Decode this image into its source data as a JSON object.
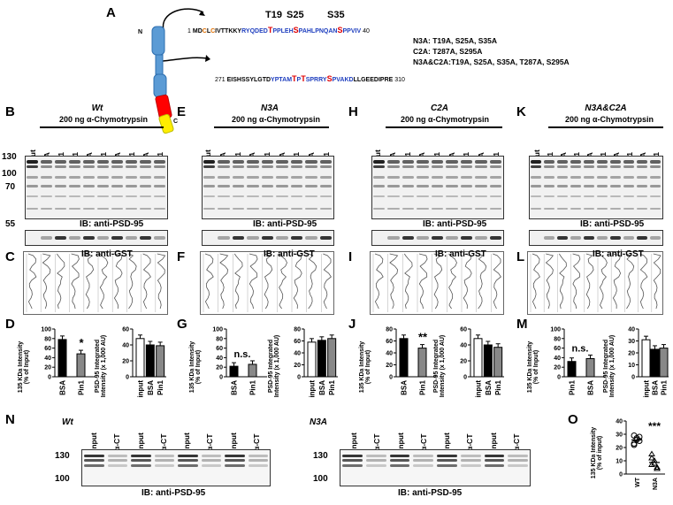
{
  "panel_labels": {
    "A": "A",
    "B": "B",
    "C": "C",
    "D": "D",
    "E": "E",
    "F": "F",
    "G": "G",
    "H": "H",
    "I": "I",
    "J": "J",
    "K": "K",
    "L": "L",
    "M": "M",
    "N": "N",
    "O": "O"
  },
  "protein": {
    "n_term": "N",
    "c_term": "C"
  },
  "residues": {
    "t19": "T19",
    "s25": "S25",
    "s35": "S35"
  },
  "sequences": {
    "n_start": "1",
    "n_a": "MD",
    "n_b": "C",
    "n_c": "L",
    "n_d": "C",
    "n_e": "IVTTKKY",
    "n_f": "RYQDED",
    "n_g": "T",
    "n_h": "PPLEH",
    "n_i": "S",
    "n_j": "PAHLPNQAN",
    "n_k": "S",
    "n_l": "PPVIV",
    "n_end": "40",
    "c_start": "271",
    "c_a": "EISHSSYLGTD",
    "c_b": "YPTAM",
    "c_c": "T",
    "c_d": "P",
    "c_e": "T",
    "c_f": "SPRRY",
    "c_g": "S",
    "c_h": "PVAKD",
    "c_i": "LLGEEDIPRE",
    "c_end": "310"
  },
  "mutants": {
    "n3a": "N3A: T19A, S25A, S35A",
    "c2a": "C2A: T287A, S295A",
    "n3ac2a": "N3A&C2A:T19A, S25A, S35A, T287A, S295A"
  },
  "blot_panels": [
    {
      "title": "Wt",
      "enzyme": "200 ng α-Chymotrypsin",
      "lanes": [
        "input",
        "BSA",
        "Pin1",
        "Pin1",
        "BSA",
        "Pin1",
        "BSA",
        "Pin1",
        "BSA",
        "Pin1"
      ],
      "ib_psd": "IB: anti-PSD-95",
      "ib_gst": "IB: anti-GST"
    },
    {
      "title": "N3A",
      "enzyme": "200 ng α-Chymotrypsin",
      "lanes": [
        "input",
        "BSA",
        "Pin1",
        "BSA",
        "Pin1",
        "BSA",
        "Pin1",
        "BSA",
        "Pin1"
      ],
      "ib_psd": "IB: anti-PSD-95",
      "ib_gst": "IB: anti-GST"
    },
    {
      "title": "C2A",
      "enzyme": "200 ng α-Chymotrypsin",
      "lanes": [
        "input",
        "BSA",
        "Pin1",
        "BSA",
        "Pin1",
        "BSA",
        "Pin1",
        "BSA",
        "Pin1"
      ],
      "ib_psd": "IB: anti-PSD-95",
      "ib_gst": "IB: anti-GST"
    },
    {
      "title": "N3A&C2A",
      "enzyme": "200 ng α-Chymotrypsin",
      "lanes": [
        "input",
        "Pin1",
        "BSA",
        "Pin1",
        "BSA",
        "Pin1",
        "BSA",
        "Pin1",
        "BSA",
        "Pin1"
      ],
      "ib_psd": "IB: anti-PSD-95",
      "ib_gst": "IB: anti-GST"
    }
  ],
  "mw_markers": {
    "m130": "130",
    "m100": "100",
    "m70": "70",
    "m55": "55"
  },
  "ylabels": {
    "kda": "135 KDa Intensity",
    "pct": "(% of Input)",
    "psd": "PSD-95 Integrated",
    "au": "Intensity (x 1,000 AU)",
    "pct_lower": "(% of input)"
  },
  "chart_data": [
    {
      "type": "bar",
      "panel": "D",
      "categories": [
        "BSA",
        "Pin1"
      ],
      "values": [
        78,
        48
      ],
      "ylim": [
        0,
        100
      ],
      "yticks": [
        0,
        20,
        40,
        60,
        80,
        100
      ],
      "significance": "*"
    },
    {
      "type": "bar",
      "panel": "D-right",
      "categories": [
        "input",
        "BSA",
        "Pin1"
      ],
      "values": [
        48,
        40,
        39
      ],
      "ylim": [
        0,
        60
      ],
      "yticks": [
        0,
        20,
        40,
        60
      ]
    },
    {
      "type": "bar",
      "panel": "G",
      "categories": [
        "BSA",
        "Pin1"
      ],
      "values": [
        22,
        26
      ],
      "ylim": [
        0,
        100
      ],
      "yticks": [
        0,
        20,
        40,
        60,
        80,
        100
      ],
      "significance": "n.s."
    },
    {
      "type": "bar",
      "panel": "G-right",
      "categories": [
        "input",
        "BSA",
        "Pin1"
      ],
      "values": [
        58,
        61,
        64
      ],
      "ylim": [
        0,
        80
      ],
      "yticks": [
        0,
        20,
        40,
        60,
        80
      ]
    },
    {
      "type": "bar",
      "panel": "J",
      "categories": [
        "BSA",
        "Pin1"
      ],
      "values": [
        64,
        48
      ],
      "ylim": [
        0,
        80
      ],
      "yticks": [
        0,
        20,
        40,
        60,
        80
      ],
      "significance": "**"
    },
    {
      "type": "bar",
      "panel": "J-right",
      "categories": [
        "input",
        "BSA",
        "Pin1"
      ],
      "values": [
        48,
        40,
        37
      ],
      "ylim": [
        0,
        60
      ],
      "yticks": [
        0,
        20,
        40,
        60
      ]
    },
    {
      "type": "bar",
      "panel": "M",
      "categories": [
        "Pin1",
        "BSA"
      ],
      "values": [
        32,
        38
      ],
      "ylim": [
        0,
        100
      ],
      "yticks": [
        0,
        20,
        40,
        60,
        80,
        100
      ],
      "significance": "n.s."
    },
    {
      "type": "bar",
      "panel": "M-right",
      "categories": [
        "input",
        "BSA",
        "Pin1"
      ],
      "values": [
        31,
        23,
        24
      ],
      "ylim": [
        0,
        40
      ],
      "yticks": [
        0,
        10,
        20,
        30,
        40
      ]
    },
    {
      "type": "scatter",
      "panel": "O",
      "categories": [
        "WT",
        "N3A"
      ],
      "wt": [
        29,
        27,
        25,
        23,
        26,
        28,
        22
      ],
      "n3a": [
        12,
        8,
        5,
        15,
        10,
        4,
        7
      ],
      "ylim": [
        0,
        40
      ],
      "yticks": [
        0,
        10,
        20,
        30,
        40
      ],
      "significance": "***"
    }
  ],
  "lower_blots": [
    {
      "title": "Wt",
      "lanes": [
        "input",
        "α-CT",
        "input",
        "α-CT",
        "input",
        "α-CT",
        "input",
        "α-CT"
      ],
      "ib": "IB: anti-PSD-95"
    },
    {
      "title": "N3A",
      "lanes": [
        "input",
        "α-CT",
        "input",
        "α-CT",
        "input",
        "α-CT",
        "input",
        "α-CT"
      ],
      "ib": "IB: anti-PSD-95"
    }
  ]
}
